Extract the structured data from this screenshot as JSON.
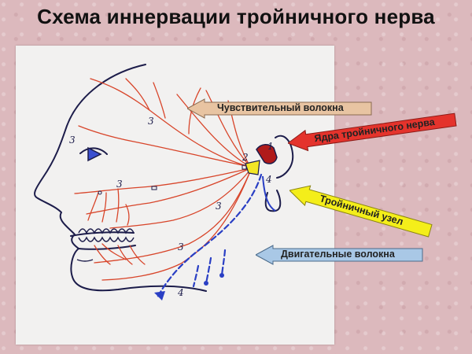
{
  "title": "Схема иннервации тройничного нерва",
  "labels": {
    "sensory": "Чувствительный волокна",
    "nuclei": "Ядра тройничного нерва",
    "ganglion": "Тройничный узел",
    "motor": "Двигательные волокна"
  },
  "diagram_numbers": {
    "n1": "1",
    "n2": "2",
    "n3a": "3",
    "n3b": "3",
    "n3c": "3",
    "n3d": "3",
    "n3e": "3",
    "n4a": "4",
    "n4b": "4"
  },
  "colors": {
    "sensory_arrow": "#e8c4a2",
    "nuclei_arrow": "#e4332c",
    "ganglion_arrow": "#f4ee1a",
    "motor_arrow": "#a9c8e6",
    "nerve_lines": "#d8452a",
    "motor_lines": "#2a3fc4",
    "outline": "#1c1c4a"
  }
}
